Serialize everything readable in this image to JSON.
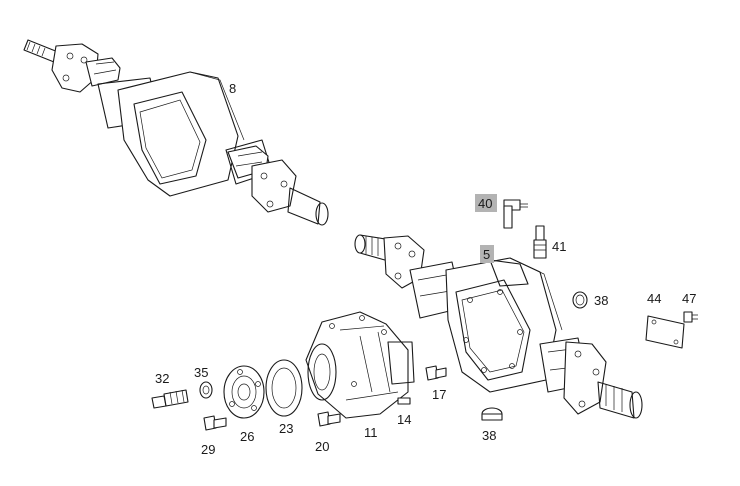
{
  "callouts": {
    "p8": "8",
    "p40": "40",
    "p41": "41",
    "p5": "5",
    "p38a": "38",
    "p44": "44",
    "p47": "47",
    "p32": "32",
    "p35": "35",
    "p29": "29",
    "p26": "26",
    "p23": "23",
    "p20": "20",
    "p11": "11",
    "p14": "14",
    "p17": "17",
    "p38b": "38"
  },
  "highlighted": [
    "40",
    "5"
  ],
  "colors": {
    "line": "#1a1a1a",
    "highlight": "#b3b3b3",
    "background": "#ffffff"
  }
}
